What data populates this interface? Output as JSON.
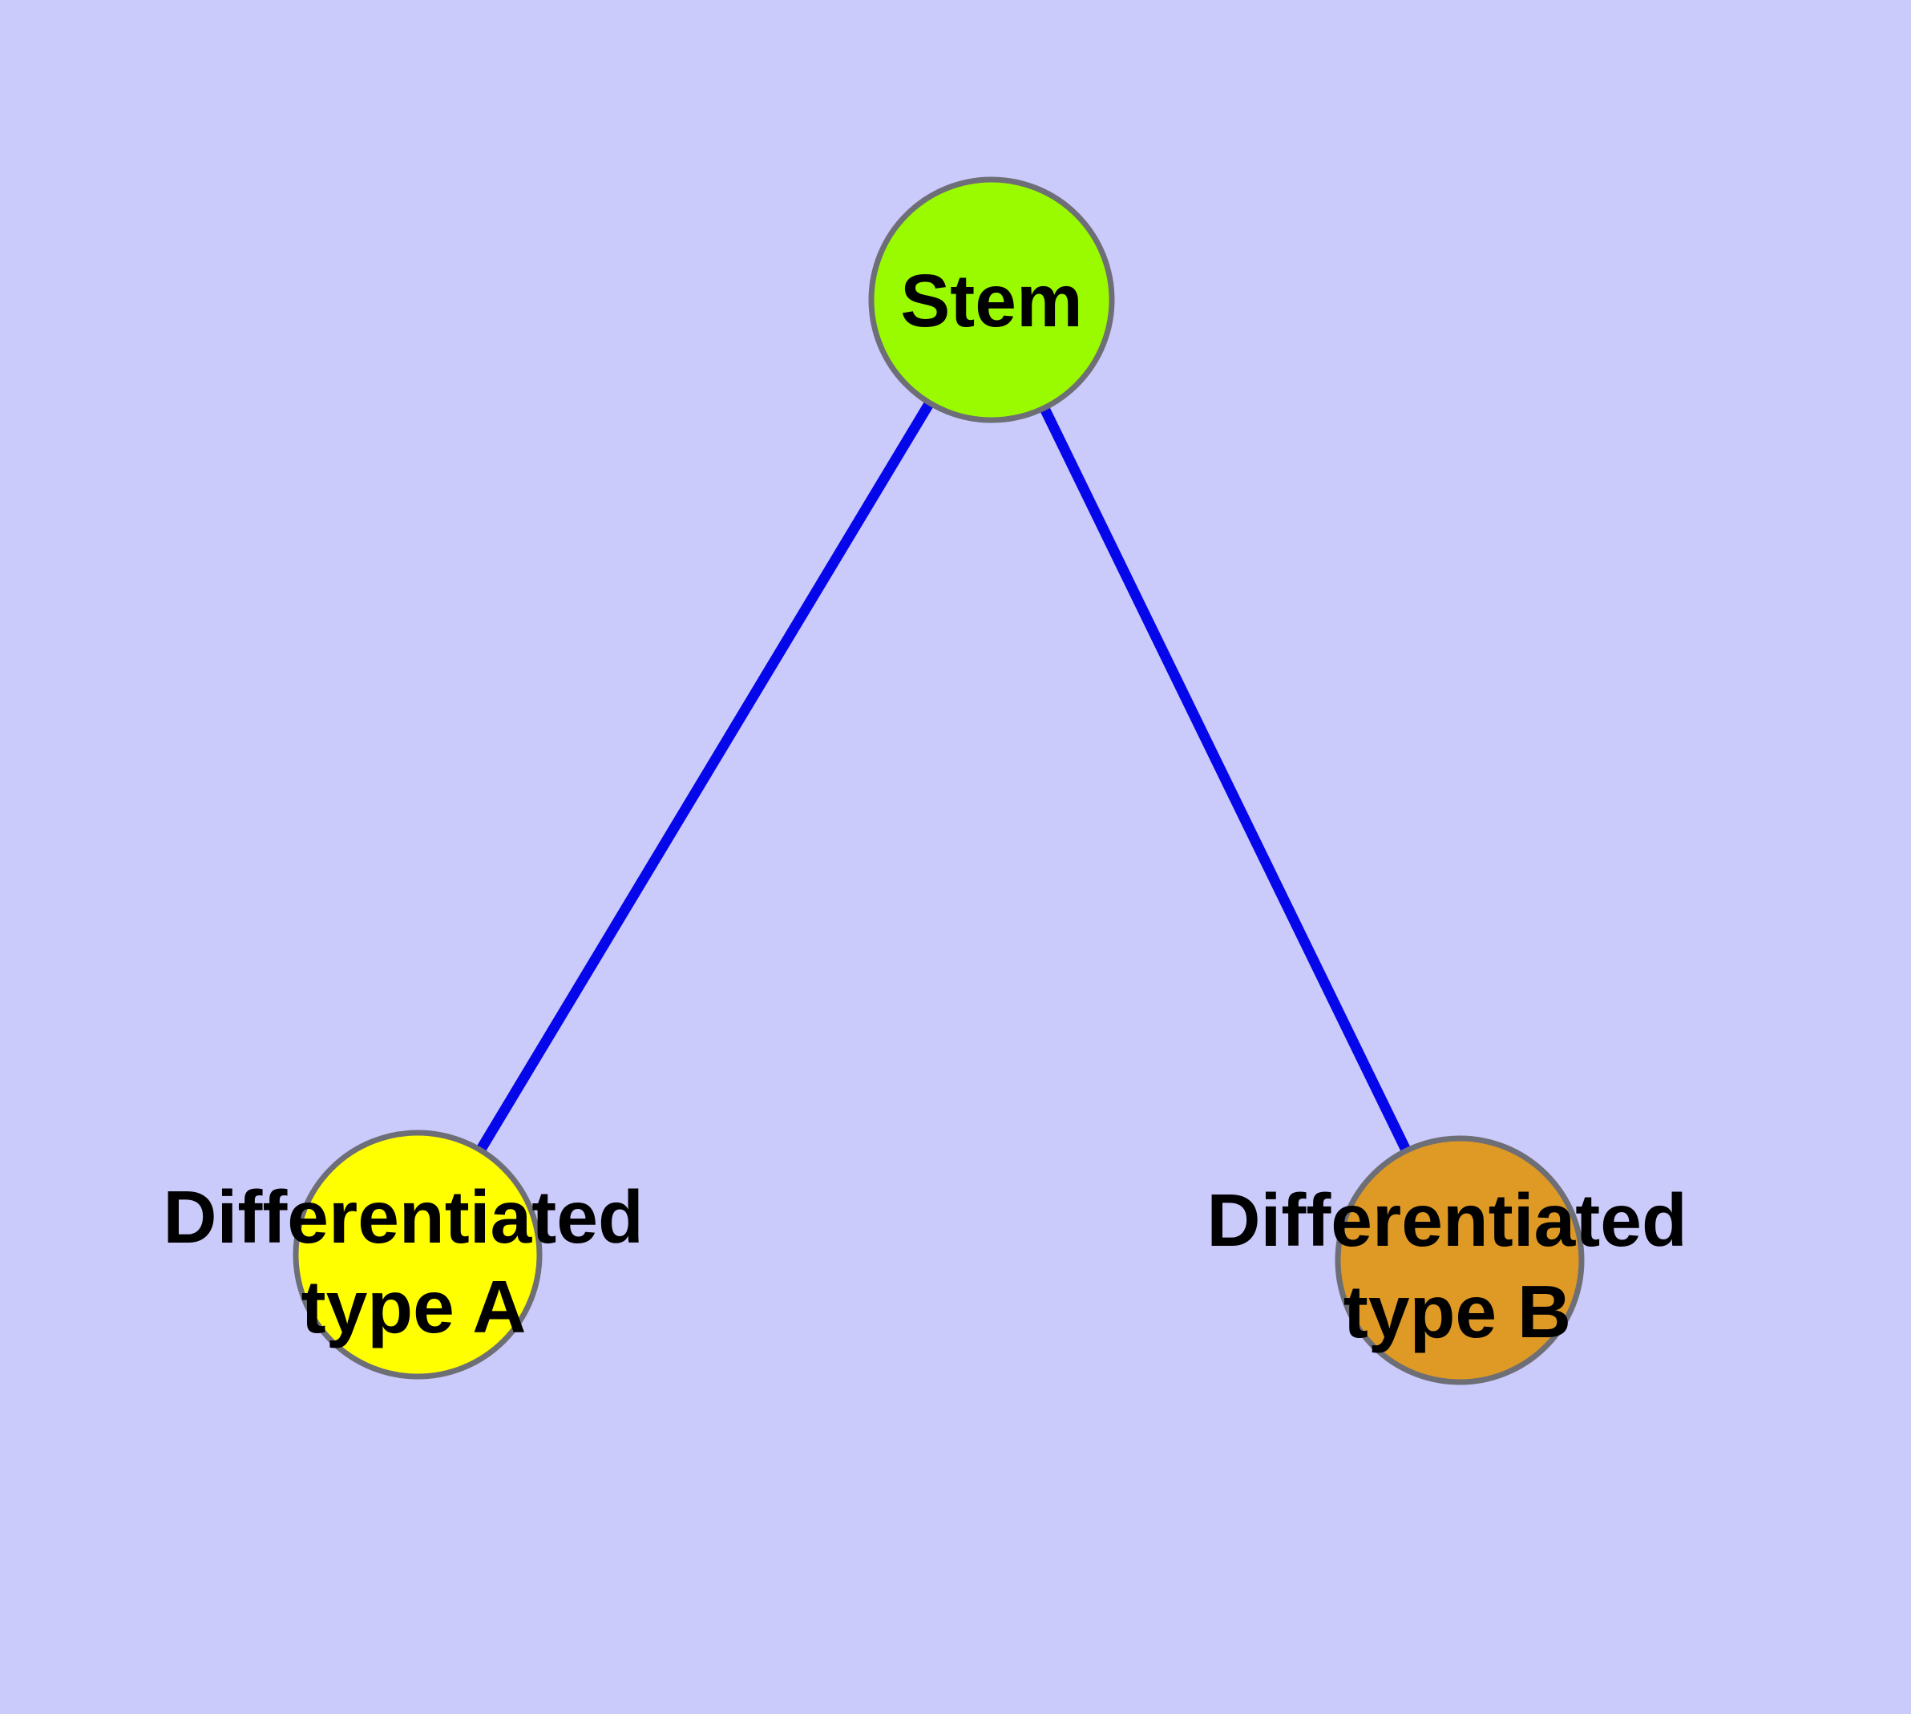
{
  "colors": {
    "background": "#CACAFB",
    "edge": "#0606EA",
    "node_border": "#6E6E76",
    "label": "#000000"
  },
  "nodes": {
    "stem": {
      "label": "Stem",
      "fill": "#9AFB00"
    },
    "type_a": {
      "line1": "Differentiated",
      "line2": "type A",
      "fill": "#FFFF00"
    },
    "type_b": {
      "line1": "Differentiated",
      "line2": "type B",
      "fill": "#DF9A26"
    }
  },
  "edges": [
    {
      "from": "stem",
      "to": "type_a"
    },
    {
      "from": "stem",
      "to": "type_b"
    }
  ]
}
